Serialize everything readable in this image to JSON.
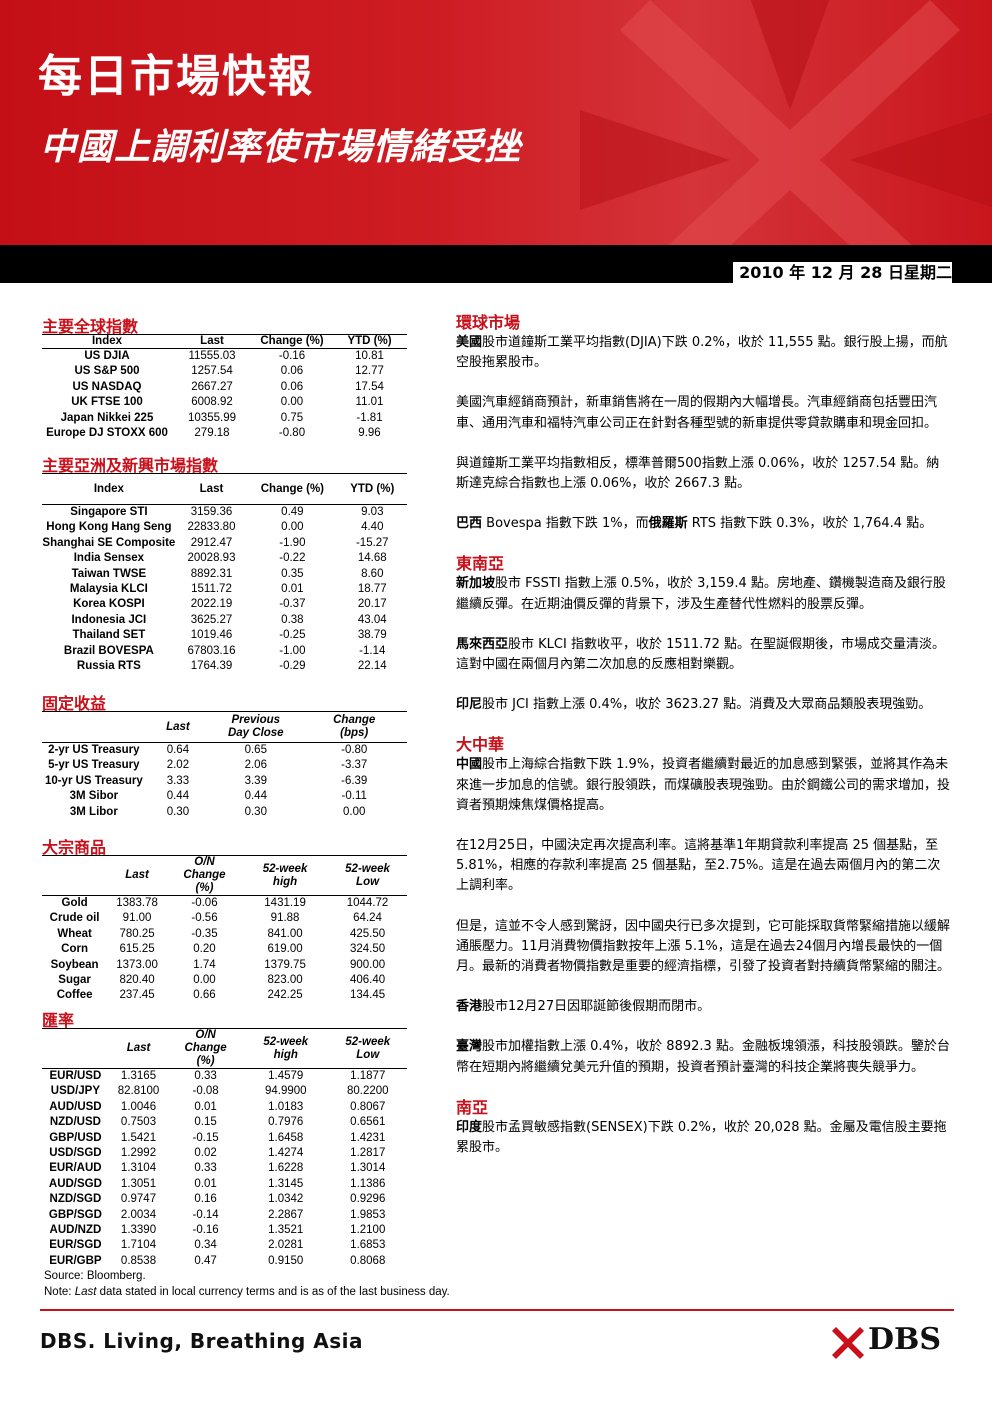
{
  "header": {
    "title": "每日市場快報",
    "subtitle": "中國上調利率使市場情緒受挫",
    "date": "2010 年 12 月 28 日星期二"
  },
  "colors": {
    "brand_red": "#c8101a",
    "black": "#000000"
  },
  "global": {
    "title": "主要全球指數",
    "cols": [
      "Index",
      "Last",
      "Change (%)",
      "YTD (%)"
    ],
    "rows": [
      [
        "US DJIA",
        "11555.03",
        "-0.16",
        "10.81"
      ],
      [
        "US S&P 500",
        "1257.54",
        "0.06",
        "12.77"
      ],
      [
        "US NASDAQ",
        "2667.27",
        "0.06",
        "17.54"
      ],
      [
        "UK FTSE 100",
        "6008.92",
        "0.00",
        "11.01"
      ],
      [
        "Japan Nikkei 225",
        "10355.99",
        "0.75",
        "-1.81"
      ],
      [
        "Europe DJ STOXX 600",
        "279.18",
        "-0.80",
        "9.96"
      ]
    ]
  },
  "asia": {
    "title": "主要亞洲及新興市場指數",
    "cols": [
      "Index",
      "Last",
      "Change (%)",
      "YTD (%)"
    ],
    "rows": [
      [
        "Singapore STI",
        "3159.36",
        "0.49",
        "9.03"
      ],
      [
        "Hong Kong Hang Seng",
        "22833.80",
        "0.00",
        "4.40"
      ],
      [
        "Shanghai SE Composite",
        "2912.47",
        "-1.90",
        "-15.27"
      ],
      [
        "India Sensex",
        "20028.93",
        "-0.22",
        "14.68"
      ],
      [
        "Taiwan TWSE",
        "8892.31",
        "0.35",
        "8.60"
      ],
      [
        "Malaysia KLCI",
        "1511.72",
        "0.01",
        "18.77"
      ],
      [
        "Korea KOSPI",
        "2022.19",
        "-0.37",
        "20.17"
      ],
      [
        "Indonesia JCI",
        "3625.27",
        "0.38",
        "43.04"
      ],
      [
        "Thailand SET",
        "1019.46",
        "-0.25",
        "38.79"
      ],
      [
        "Brazil BOVESPA",
        "67803.16",
        "-1.00",
        "-1.14"
      ],
      [
        "Russia RTS",
        "1764.39",
        "-0.29",
        "22.14"
      ]
    ]
  },
  "fixed": {
    "title": "固定收益",
    "cols": [
      "",
      "Last",
      "Previous Day Close",
      "Change (bps)"
    ],
    "rows": [
      [
        "2-yr US Treasury",
        "0.64",
        "0.65",
        "-0.80"
      ],
      [
        "5-yr US Treasury",
        "2.02",
        "2.06",
        "-3.37"
      ],
      [
        "10-yr US Treasury",
        "3.33",
        "3.39",
        "-6.39"
      ],
      [
        "3M Sibor",
        "0.44",
        "0.44",
        "-0.11"
      ],
      [
        "3M Libor",
        "0.30",
        "0.30",
        "0.00"
      ]
    ]
  },
  "commod": {
    "title": "大宗商品",
    "cols": [
      "",
      "Last",
      "O/N Change (%)",
      "52-week high",
      "52-week Low"
    ],
    "rows": [
      [
        "Gold",
        "1383.78",
        "-0.06",
        "1431.19",
        "1044.72"
      ],
      [
        "Crude oil",
        "91.00",
        "-0.56",
        "91.88",
        "64.24"
      ],
      [
        "Wheat",
        "780.25",
        "-0.35",
        "841.00",
        "425.50"
      ],
      [
        "Corn",
        "615.25",
        "0.20",
        "619.00",
        "324.50"
      ],
      [
        "Soybean",
        "1373.00",
        "1.74",
        "1379.75",
        "900.00"
      ],
      [
        "Sugar",
        "820.40",
        "0.00",
        "823.00",
        "406.40"
      ],
      [
        "Coffee",
        "237.45",
        "0.66",
        "242.25",
        "134.45"
      ]
    ]
  },
  "fx": {
    "title": "匯率",
    "cols": [
      "",
      "Last",
      "O/N Change (%)",
      "52-week high",
      "52-week Low"
    ],
    "rows": [
      [
        "EUR/USD",
        "1.3165",
        "0.33",
        "1.4579",
        "1.1877"
      ],
      [
        "USD/JPY",
        "82.8100",
        "-0.08",
        "94.9900",
        "80.2200"
      ],
      [
        "AUD/USD",
        "1.0046",
        "0.01",
        "1.0183",
        "0.8067"
      ],
      [
        "NZD/USD",
        "0.7503",
        "0.15",
        "0.7976",
        "0.6561"
      ],
      [
        "GBP/USD",
        "1.5421",
        "-0.15",
        "1.6458",
        "1.4231"
      ],
      [
        "USD/SGD",
        "1.2992",
        "0.02",
        "1.4274",
        "1.2817"
      ],
      [
        "EUR/AUD",
        "1.3104",
        "0.33",
        "1.6228",
        "1.3014"
      ],
      [
        "AUD/SGD",
        "1.3051",
        "0.01",
        "1.3145",
        "1.1386"
      ],
      [
        "NZD/SGD",
        "0.9747",
        "0.16",
        "1.0342",
        "0.9296"
      ],
      [
        "GBP/SGD",
        "2.0034",
        "-0.14",
        "2.2867",
        "1.9853"
      ],
      [
        "AUD/NZD",
        "1.3390",
        "-0.16",
        "1.3521",
        "1.2100"
      ],
      [
        "EUR/SGD",
        "1.7104",
        "0.34",
        "2.0281",
        "1.6853"
      ],
      [
        "EUR/GBP",
        "0.8538",
        "0.47",
        "0.9150",
        "0.8068"
      ]
    ]
  },
  "footnotes": {
    "source": "Source: Bloomberg.",
    "note_prefix": "Note: ",
    "note_em": "Last",
    "note_rest": " data stated in local currency terms and is as of the last business day."
  },
  "right": [
    {
      "h": "環球市場",
      "paras": [
        {
          "b": "美國",
          "t": "股市道鐘斯工業平均指數(DJIA)下跌 0.2%，收於 11,555 點。銀行股上揚，而航空股拖累股市。"
        },
        {
          "b": "",
          "t": "美國汽車經銷商預計，新車銷售將在一周的假期內大幅增長。汽車經銷商包括豐田汽車、通用汽車和福特汽車公司正在針對各種型號的新車提供零貸款購車和現金回扣。"
        },
        {
          "b": "",
          "t": "與道鐘斯工業平均指數相反，標準普爾500指數上漲 0.06%，收於 1257.54 點。納斯達克綜合指數也上漲 0.06%，收於 2667.3 點。"
        },
        {
          "b": "巴西",
          "t": " Bovespa 指數下跌 1%，而",
          "b2": "俄羅斯",
          "t2": " RTS 指數下跌 0.3%，收於 1,764.4 點。"
        }
      ]
    },
    {
      "h": "東南亞",
      "paras": [
        {
          "b": "新加坡",
          "t": "股市 FSSTI 指數上漲 0.5%，收於 3,159.4 點。房地產、鑽機製造商及銀行股繼續反彈。在近期油價反彈的背景下，涉及生產替代性燃料的股票反彈。"
        },
        {
          "b": "馬來西亞",
          "t": "股市 KLCI 指數收平，收於 1511.72 點。在聖誕假期後，市場成交量清淡。這對中國在兩個月內第二次加息的反應相對樂觀。"
        },
        {
          "b": "印尼",
          "t": "股市 JCI 指數上漲 0.4%，收於 3623.27 點。消費及大眾商品類股表現強勁。"
        }
      ]
    },
    {
      "h": "大中華",
      "paras": [
        {
          "b": "中國",
          "t": "股市上海綜合指數下跌 1.9%，投資者繼續對最近的加息感到緊張，並將其作為未來進一步加息的信號。銀行股領跌，而煤礦股表現強勁。由於鋼鐵公司的需求增加，投資者預期煉焦煤價格提高。"
        },
        {
          "b": "",
          "t": "在12月25日，中國決定再次提高利率。這將基準1年期貸款利率提高 25 個基點，至5.81%，相應的存款利率提高 25 個基點，至2.75%。這是在過去兩個月內的第二次上調利率。"
        },
        {
          "b": "",
          "t": "但是，這並不令人感到驚訝，因中國央行已多次提到，它可能採取貨幣緊縮措施以緩解通脹壓力。11月消費物價指數按年上漲 5.1%，這是在過去24個月內增長最快的一個月。最新的消費者物價指數是重要的經濟指標，引發了投資者對持續貨幣緊縮的關注。"
        },
        {
          "b": "香港",
          "t": "股市12月27日因耶誕節後假期而閉市。"
        },
        {
          "b": "臺灣",
          "t": "股市加權指數上漲 0.4%，收於 8892.3 點。金融板塊領漲，科技股領跌。鑒於台幣在短期內將繼續兌美元升值的預期，投資者預計臺灣的科技企業將喪失競爭力。"
        }
      ]
    },
    {
      "h": "南亞",
      "paras": [
        {
          "b": "印度",
          "t": "股市孟買敏感指數(SENSEX)下跌 0.2%，收於 20,028 點。金屬及電信股主要拖累股市。"
        }
      ]
    }
  ],
  "footer": {
    "tagline": "DBS. Living, Breathing Asia",
    "logo_text": "DBS"
  }
}
